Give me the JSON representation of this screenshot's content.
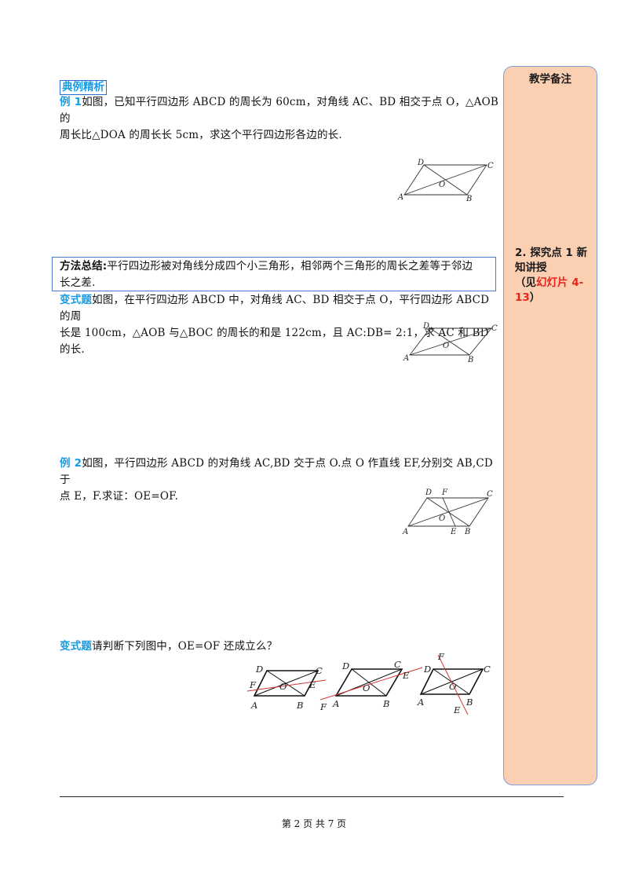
{
  "heading": "典例精析",
  "example1": {
    "label": "例 1",
    "line1": "如图，已知平行四边形 ABCD 的周长为 60cm，对角线 AC、BD 相交于点 O，△AOB 的",
    "line2": "周长比△DOA 的周长长 5cm，求这个平行四边形各边的长."
  },
  "summary": {
    "label": "方法总结:",
    "line1": "平行四边形被对角线分成四个小三角形，相邻两个三角形的周长之差等于邻边",
    "line2": "长之差."
  },
  "variant1": {
    "label": "变式题",
    "line1": "如图，在平行四边形 ABCD 中，对角线 AC、BD 相交于点 O，平行四边形 ABCD 的周",
    "line2": "长是 100cm，△AOB 与△BOC 的周长的和是 122cm，且 AC:DB= 2:1，求 AC 和 BD 的长."
  },
  "example2": {
    "label": "例 2",
    "line1": "如图，平行四边形 ABCD 的对角线 AC,BD 交于点 O.点 O 作直线 EF,分别交 AB,CD 于",
    "line2": "点 E，F.求证：OE=OF."
  },
  "variant2": {
    "label": "变式题",
    "text": "请判断下列图中，OE=OF 还成立么？"
  },
  "figure_labels": {
    "A": "A",
    "B": "B",
    "C": "C",
    "D": "D",
    "O": "O",
    "E": "E",
    "F": "F"
  },
  "sidebar": {
    "title": "教学备注",
    "note_line1": "2. 探究点 1 新",
    "note_line2": "知讲授",
    "note_line3_prefix": "（见",
    "note_line3_highlight": "幻灯片 4-",
    "note_line4_highlight": "13",
    "note_line4_suffix": "）"
  },
  "footer": "第 2 页 共 7 页",
  "colors": {
    "accent_blue": "#1a9be0",
    "sidebar_fill": "#fbd0b2",
    "highlight_red": "#e8231c"
  }
}
